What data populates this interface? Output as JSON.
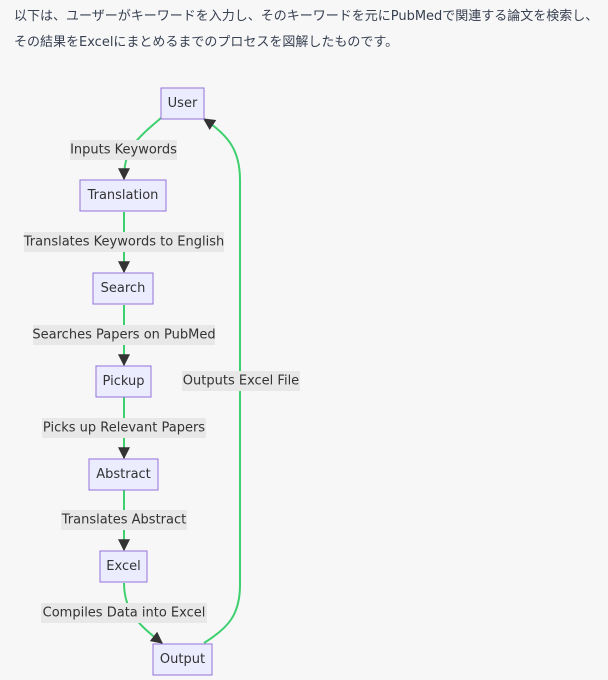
{
  "intro_text": "以下は、ユーザーがキーワードを入力し、そのキーワードを元にPubMedで関連する論文を検索し、その結果をExcelにまとめるまでのプロセスを図解したものです。",
  "nodes": {
    "user": "User",
    "translation": "Translation",
    "search": "Search",
    "pickup": "Pickup",
    "abstract": "Abstract",
    "excel": "Excel",
    "output": "Output"
  },
  "edges": {
    "user_translation": "Inputs Keywords",
    "translation_search": "Translates Keywords to English",
    "search_pickup": "Searches Papers on PubMed",
    "pickup_abstract": "Picks up Relevant Papers",
    "abstract_excel": "Translates Abstract",
    "excel_output": "Compiles Data into Excel",
    "output_user": "Outputs Excel File"
  },
  "colors": {
    "node_fill": "#ececff",
    "node_stroke": "#9370db",
    "edge": "#3ed06e",
    "label_bg": "#e8e8e8"
  }
}
